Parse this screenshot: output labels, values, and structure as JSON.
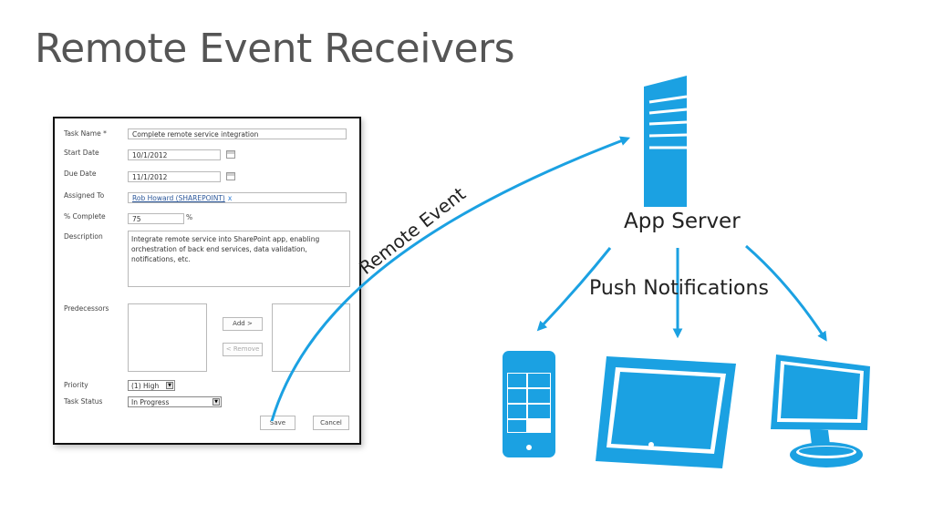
{
  "slide": {
    "title": "Remote Event Receivers"
  },
  "form": {
    "task_name": {
      "label": "Task Name *",
      "value": "Complete remote service integration"
    },
    "start_date": {
      "label": "Start Date",
      "value": "10/1/2012"
    },
    "due_date": {
      "label": "Due Date",
      "value": "11/1/2012"
    },
    "assigned_to": {
      "label": "Assigned To",
      "value": "Rob Howard (SHAREPOINT)",
      "remove_glyph": "x"
    },
    "percent_complete": {
      "label": "% Complete",
      "value": "75",
      "unit": "%"
    },
    "description": {
      "label": "Description",
      "value": "Integrate remote service into SharePoint app, enabling orchestration of back end services, data validation, notifications, etc."
    },
    "predecessors": {
      "label": "Predecessors",
      "add_label": "Add >",
      "remove_label": "< Remove"
    },
    "priority": {
      "label": "Priority",
      "value": "(1) High"
    },
    "task_status": {
      "label": "Task Status",
      "value": "In Progress"
    },
    "save_label": "Save",
    "cancel_label": "Cancel"
  },
  "diagram": {
    "app_server_label": "App Server",
    "push_notifications_label": "Push Notifications",
    "remote_event_label": "Remote Event",
    "icons": [
      "server-icon",
      "phone-icon",
      "tablet-icon",
      "monitor-icon"
    ],
    "accent_color": "#1ba1e2"
  }
}
